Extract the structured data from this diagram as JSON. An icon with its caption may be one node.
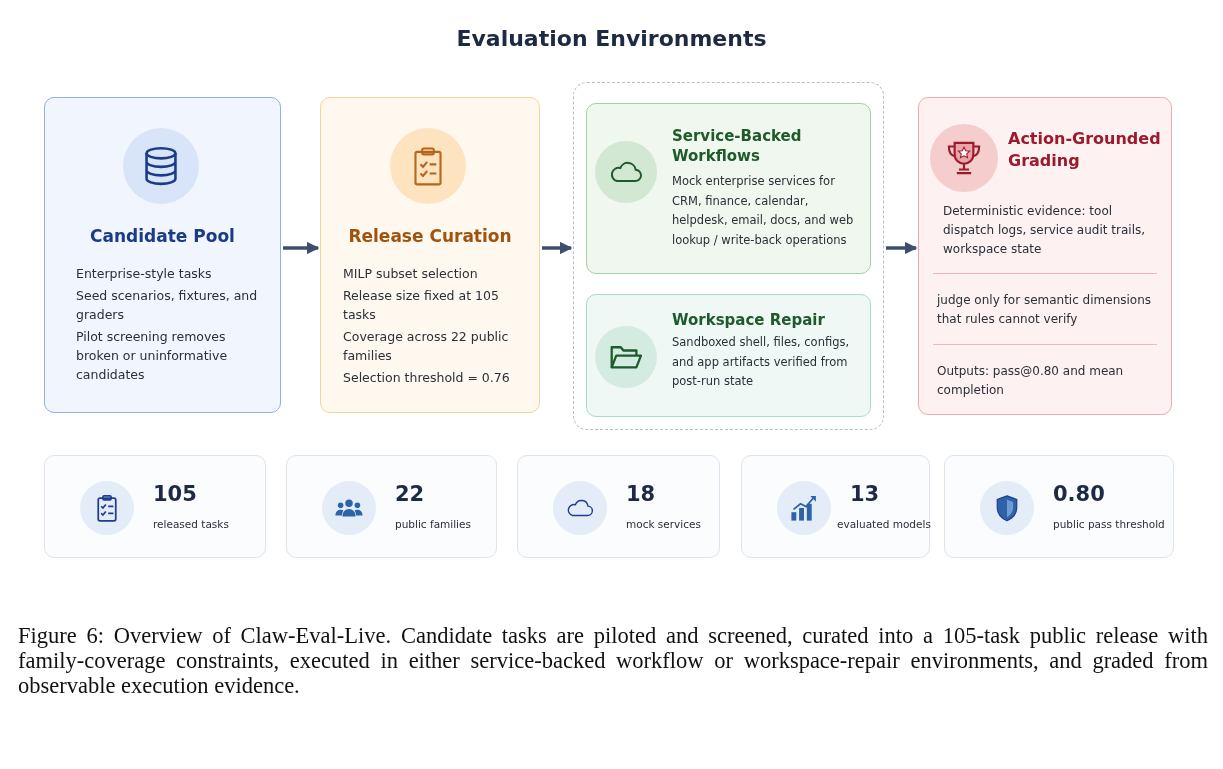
{
  "diagram": {
    "title": "Evaluation Environments",
    "caption": "Figure 6: Overview of Claw-Eval-Live. Candidate tasks are piloted and screened, curated into a 105-task public release with family-coverage constraints, executed in either service-backed workflow or workspace-repair environments, and graded from observable execution evidence.",
    "nodes": [
      {
        "text": [
          "Candidate Pool",
          "Enterprise-style tasks",
          "Seed scenarios, fixtures, and graders",
          "Pilot screening removes broken or uninformative candidates"
        ]
      },
      {
        "text": [
          "Release Curation",
          "MILP subset selection",
          "Release size fixed at 105 tasks",
          "Coverage across 22 public families",
          "Selection threshold = 0.76"
        ]
      },
      {
        "text": [],
        "shape": "box"
      },
      {
        "text": [
          "Service-Backed Workflows",
          "Mock enterprise services for CRM, finance, calendar, helpdesk, email, docs, and web lookup / write-back operations"
        ],
        "in": 2
      },
      {
        "text": [
          "Workspace Repair",
          "Sandboxed shell, files, configs, and app artifacts verified from post-run state"
        ],
        "in": 2
      },
      {
        "text": [
          "Action-Grounded Grading",
          "Deterministic evidence: tool dispatch logs, service audit trails, workspace state",
          "judge only for semantic dimensions that rules cannot verify",
          "Outputs: pass@0.80 and mean completion"
        ]
      },
      {
        "text": [
          "105",
          "released tasks"
        ]
      },
      {
        "text": [
          "22",
          "public families"
        ]
      },
      {
        "text": [
          "18",
          "mock services"
        ]
      },
      {
        "text": [
          "13",
          "evaluated models"
        ]
      },
      {
        "text": [
          "0.80",
          "public pass threshold"
        ]
      }
    ],
    "edges": [
      {
        "from": 0,
        "to": 1,
        "arrow": "to"
      },
      {
        "from": 1,
        "to": 2,
        "arrow": "to"
      },
      {
        "from": 2,
        "to": 5,
        "arrow": "to"
      }
    ]
  }
}
